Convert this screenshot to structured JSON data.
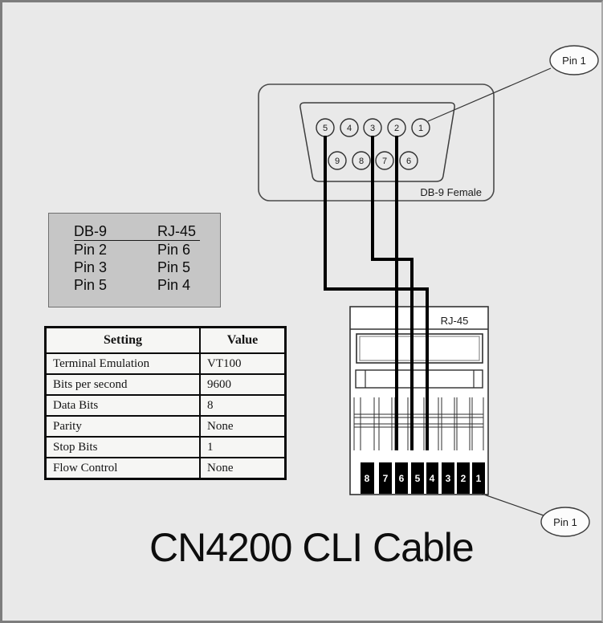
{
  "page": {
    "title": "CN4200 CLI Cable"
  },
  "db9": {
    "label": "DB-9 Female",
    "callout": "Pin 1",
    "top_pins": [
      "5",
      "4",
      "3",
      "2",
      "1"
    ],
    "bottom_pins": [
      "9",
      "8",
      "7",
      "6"
    ]
  },
  "rj45": {
    "label": "RJ-45",
    "callout": "Pin 1",
    "pins": [
      "8",
      "7",
      "6",
      "5",
      "4",
      "3",
      "2",
      "1"
    ]
  },
  "mapping_table": {
    "headers": [
      "DB-9",
      "RJ-45"
    ],
    "rows": [
      [
        "Pin 2",
        "Pin 6"
      ],
      [
        "Pin 3",
        "Pin 5"
      ],
      [
        "Pin 5",
        "Pin 4"
      ]
    ]
  },
  "settings_table": {
    "headers": [
      "Setting",
      "Value"
    ],
    "rows": [
      [
        "Terminal Emulation",
        "VT100"
      ],
      [
        "Bits per second",
        "9600"
      ],
      [
        "Data Bits",
        "8"
      ],
      [
        "Parity",
        "None"
      ],
      [
        "Stop Bits",
        "1"
      ],
      [
        "Flow Control",
        "None"
      ]
    ]
  },
  "wiring": {
    "connections": [
      {
        "db9_pin": "2",
        "rj45_pin": "6"
      },
      {
        "db9_pin": "3",
        "rj45_pin": "5"
      },
      {
        "db9_pin": "5",
        "rj45_pin": "4"
      }
    ]
  },
  "colors": {
    "background": "#e9e9e9",
    "frame_border": "#7d7d7d",
    "mapping_table_bg": "#c6c6c6",
    "wire": "#000000",
    "rj45_pin_block": "#000000"
  }
}
